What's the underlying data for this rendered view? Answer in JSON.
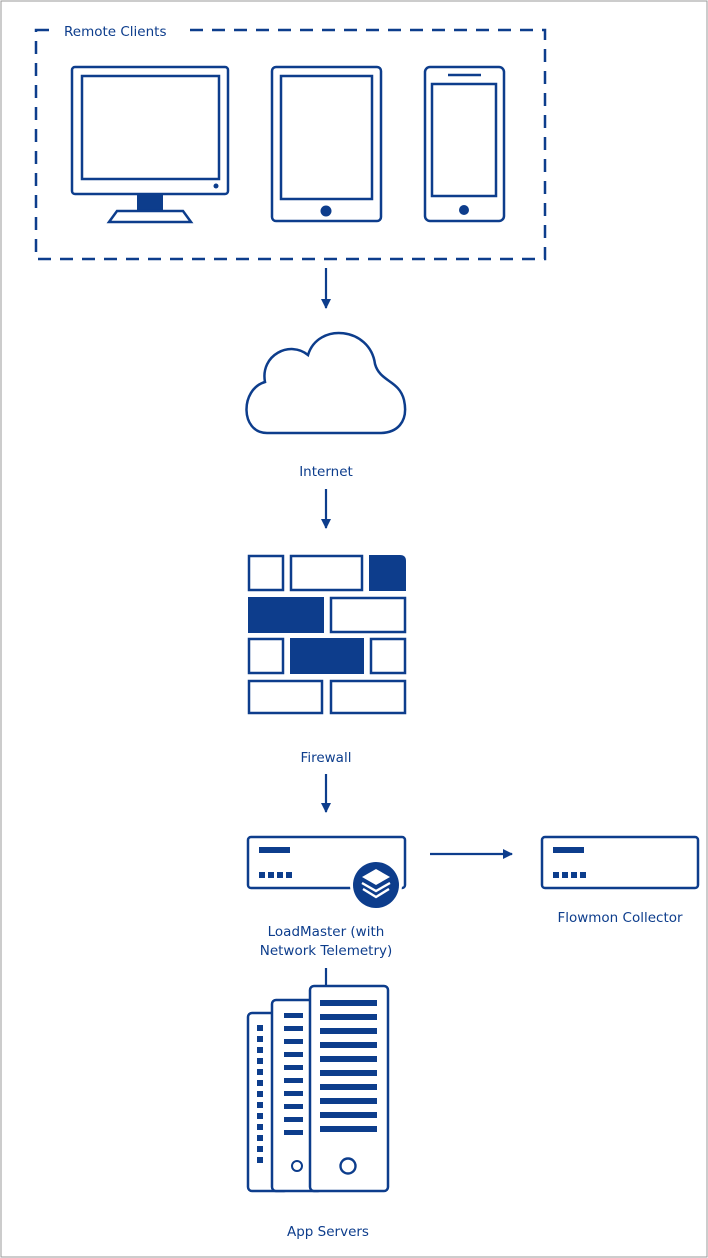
{
  "group": {
    "label": "Remote Clients"
  },
  "nodes": {
    "internet": {
      "label": "Internet"
    },
    "firewall": {
      "label": "Firewall"
    },
    "loadmaster": {
      "label_line1": "LoadMaster (with",
      "label_line2": "Network Telemetry)"
    },
    "collector": {
      "label": "Flowmon Collector"
    },
    "app_servers": {
      "label": "App Servers"
    }
  },
  "colors": {
    "primary": "#0d3d8c",
    "background": "#ffffff",
    "frame": "#9a9a9a"
  },
  "icons": [
    "monitor-icon",
    "tablet-icon",
    "smartphone-icon",
    "cloud-icon",
    "firewall-icon",
    "server-appliance-icon",
    "layers-badge-icon",
    "server-tower-icon"
  ]
}
